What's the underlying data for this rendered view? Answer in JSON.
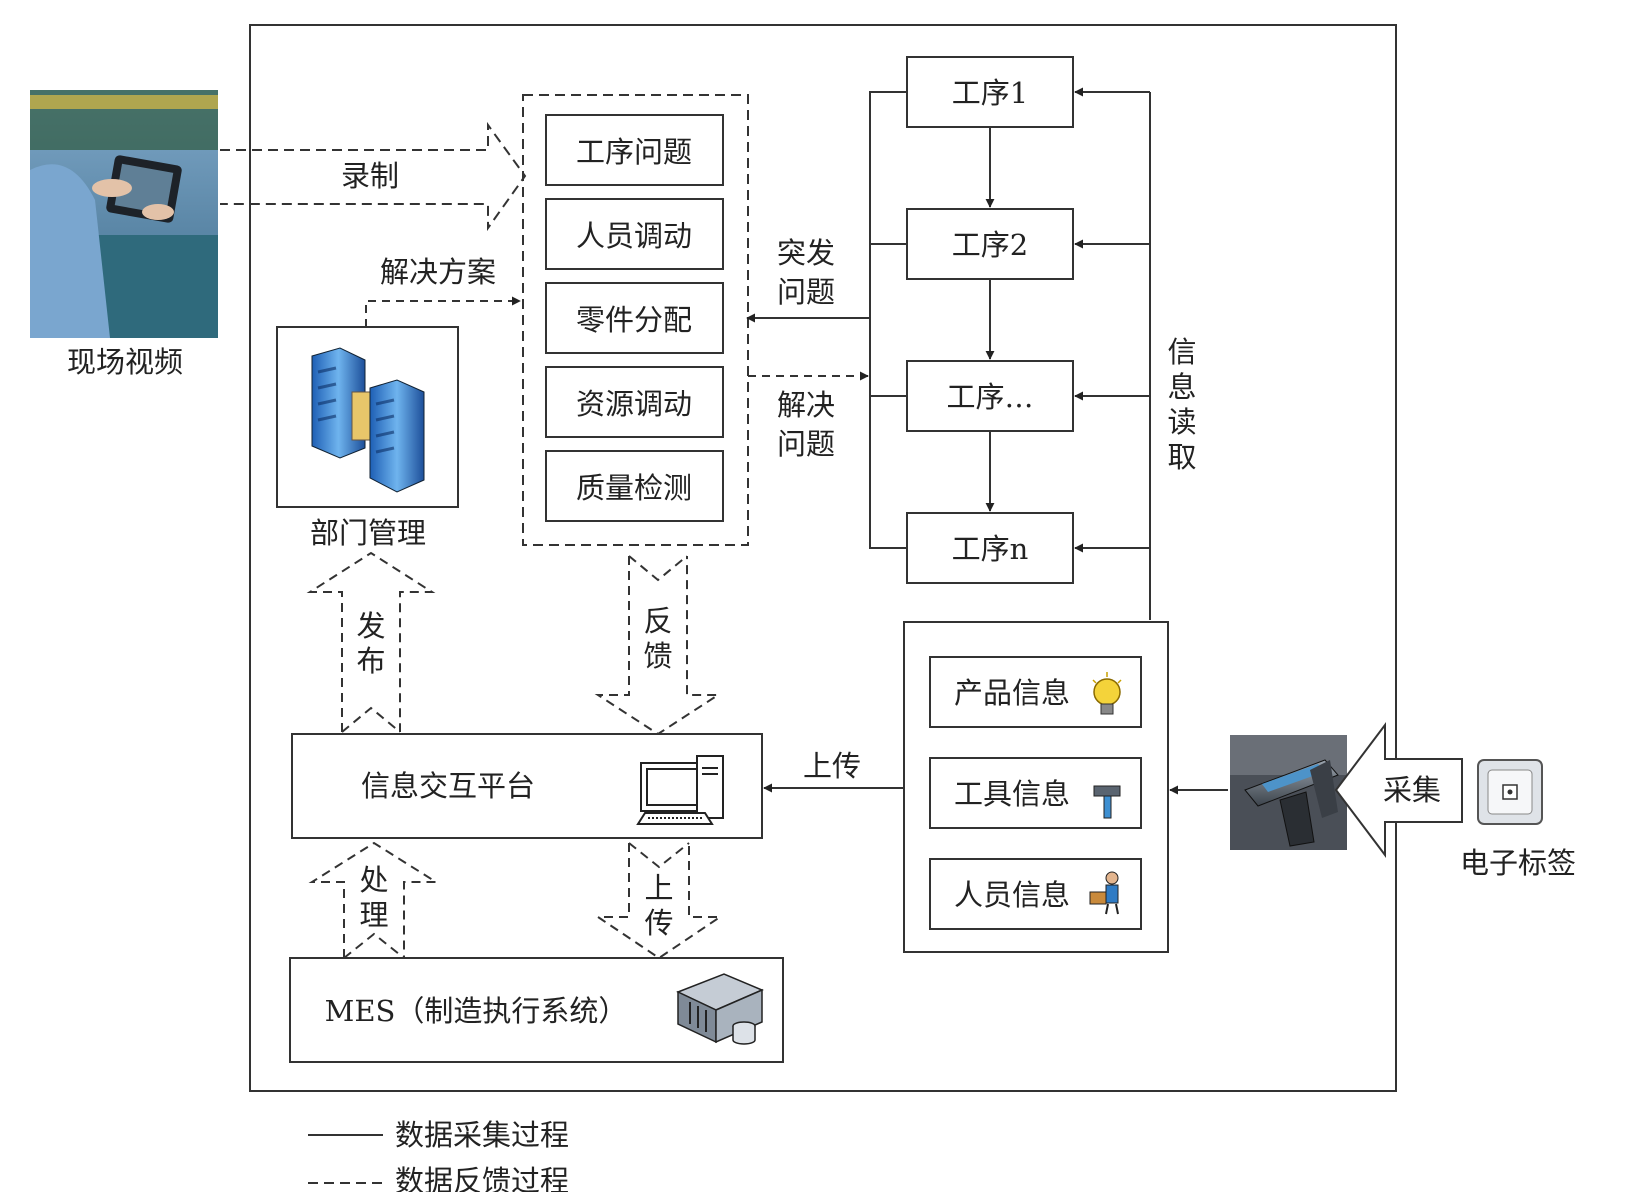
{
  "video": {
    "label": "现场视频"
  },
  "record": {
    "label": "录制"
  },
  "solution": {
    "label": "解决方案"
  },
  "dept": {
    "label": "部门管理"
  },
  "problems": {
    "items": [
      "工序问题",
      "人员调动",
      "零件分配",
      "资源调动",
      "质量检测"
    ]
  },
  "sudden": {
    "line1": "突发",
    "line2": "问题"
  },
  "solve": {
    "line1": "解决",
    "line2": "问题"
  },
  "processes": {
    "items": [
      "工序1",
      "工序2",
      "工序…",
      "工序n"
    ]
  },
  "read": {
    "chars": [
      "信",
      "息",
      "读",
      "取"
    ]
  },
  "publish": {
    "chars": [
      "发",
      "布"
    ]
  },
  "feedback": {
    "chars": [
      "反",
      "馈"
    ]
  },
  "platform": {
    "label": "信息交互平台"
  },
  "upload_right": {
    "label": "上传"
  },
  "handle": {
    "chars": [
      "处",
      "理"
    ]
  },
  "upload_down": {
    "chars": [
      "上",
      "传"
    ]
  },
  "mes": {
    "label": "MES（制造执行系统）"
  },
  "info": {
    "items": [
      "产品信息",
      "工具信息",
      "人员信息"
    ]
  },
  "collect": {
    "label": "采集"
  },
  "tag": {
    "label": "电子标签"
  },
  "legend": {
    "solid": "数据采集过程",
    "dashed": "数据反馈过程"
  }
}
